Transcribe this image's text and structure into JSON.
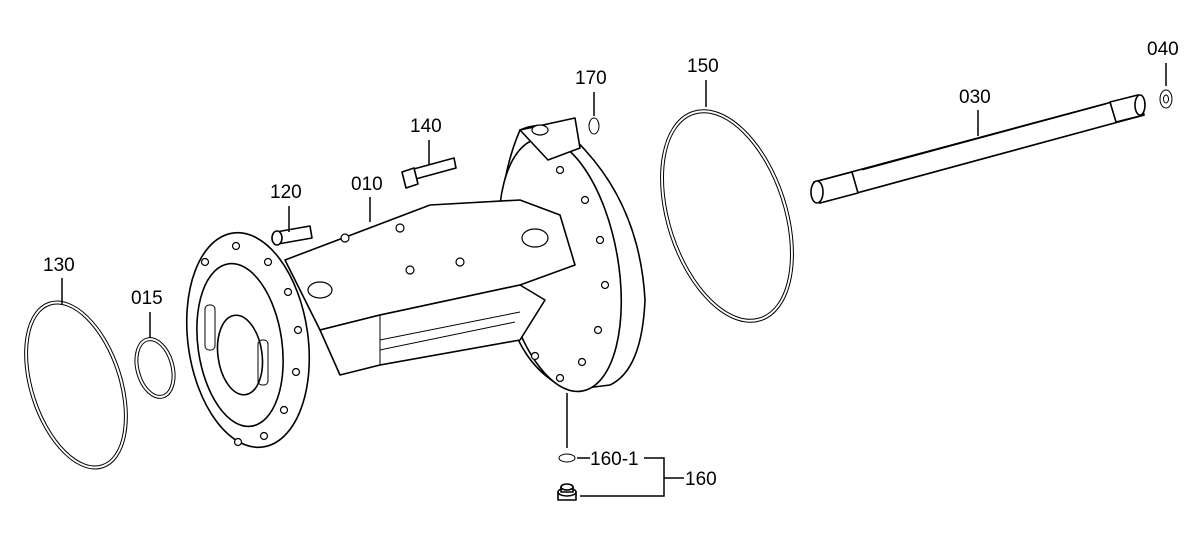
{
  "labels": {
    "p130": "130",
    "p015": "015",
    "p120": "120",
    "p010": "010",
    "p140": "140",
    "p170": "170",
    "p150": "150",
    "p030": "030",
    "p040": "040",
    "p160_1": "160-1",
    "p160": "160"
  }
}
